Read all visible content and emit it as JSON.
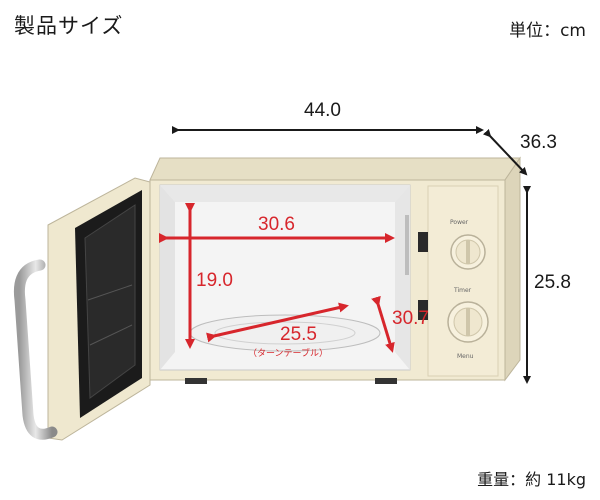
{
  "title": "製品サイズ",
  "unit_label": "単位：cm",
  "weight_label": "重量：約 11kg",
  "dimensions": {
    "width": "44.0",
    "depth": "36.3",
    "height": "25.8",
    "interior_width": "30.6",
    "interior_height": "19.0",
    "turntable_diameter": "25.5",
    "turntable_note": "（ターンテーブル）",
    "interior_depth": "30.7"
  },
  "panel": {
    "power_label": "Power",
    "timer_label": "Timer",
    "menu_label": "Menu"
  },
  "colors": {
    "body_cream": "#f1ead2",
    "interior": "#eeeeee",
    "arrow_red": "#d7262c",
    "arrow_black": "#1a1a1a"
  }
}
